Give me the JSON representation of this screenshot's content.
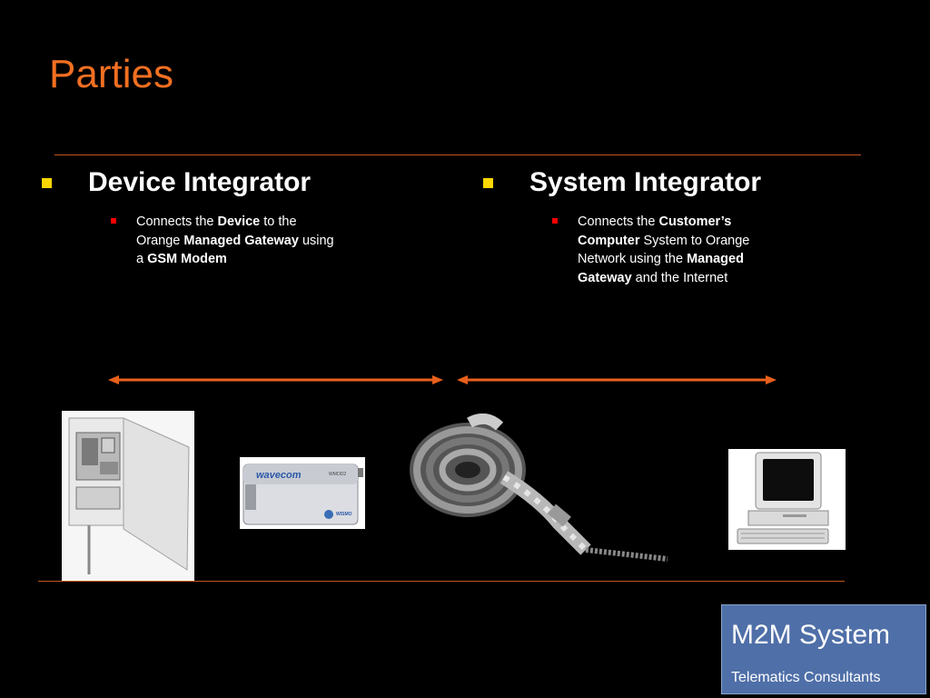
{
  "slide": {
    "title": "Parties"
  },
  "left": {
    "heading": "Device Integrator",
    "text_1": "Connects the ",
    "bold_1": "Device",
    "text_2": " to the Orange ",
    "bold_2": "Managed Gateway",
    "text_3": " using a ",
    "bold_3": "GSM Modem"
  },
  "right": {
    "heading": "System Integrator",
    "text_1": "Connects the ",
    "bold_1": "Customer’s Computer",
    "text_2": " System to Orange Network using the ",
    "bold_2": "Managed Gateway",
    "text_3": " and the Internet"
  },
  "images": {
    "modem_brand": "wavecom",
    "modem_model": "WMOD2",
    "modem_subbrand": "WISMO"
  },
  "badge": {
    "title": "M2M System",
    "subtitle": "Telematics Consultants"
  },
  "colors": {
    "title": "#f26f21",
    "rule": "#c2551c",
    "arrow": "#e8601c",
    "bullet_main": "#ffd700",
    "bullet_sub": "#ff0000",
    "badge_bg": "#4f6fa8"
  },
  "icons": {
    "main_bullet": "square-bullet-icon",
    "sub_bullet": "square-sub-bullet-icon",
    "arrows": "double-headed-arrow-icon"
  }
}
